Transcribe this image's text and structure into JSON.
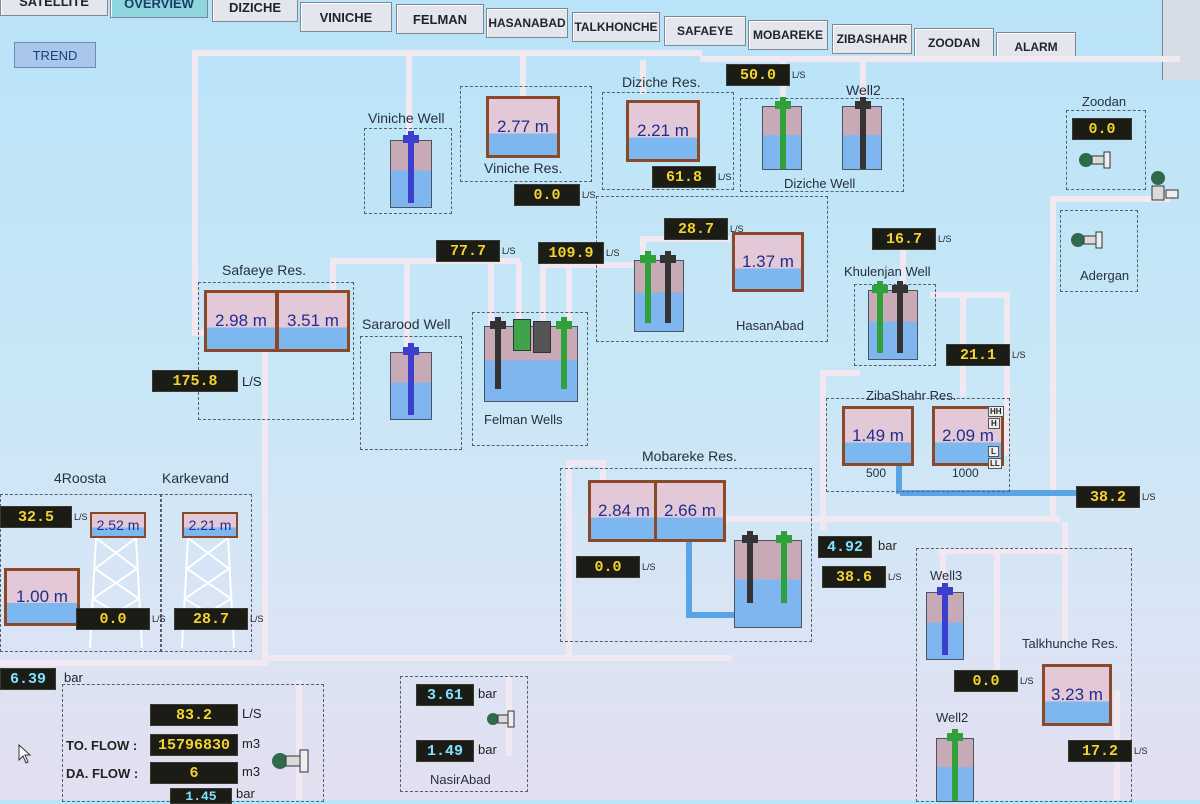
{
  "tabs": [
    {
      "label": "SATELLITE"
    },
    {
      "label": "OVERVIEW",
      "active": true
    },
    {
      "label": "DIZICHE"
    },
    {
      "label": "VINICHE"
    },
    {
      "label": "FELMAN"
    },
    {
      "label": "HASANABAD"
    },
    {
      "label": "TALKHONCHE"
    },
    {
      "label": "SAFAEYE"
    },
    {
      "label": "MOBAREKE"
    },
    {
      "label": "ZIBASHAHR"
    },
    {
      "label": "ZOODAN"
    },
    {
      "label": "ALARM"
    }
  ],
  "trend_label": "TREND",
  "units": {
    "ls": "L/S",
    "ls_big": "L/S",
    "bar": "bar",
    "m3": "m3"
  },
  "labels": {
    "viniche_well": "Viniche Well",
    "viniche_res": "Viniche Res.",
    "diziche_res": "Diziche Res.",
    "well2_top": "Well2",
    "diziche_well": "Diziche Well",
    "zoodan": "Zoodan",
    "adergan": "Adergan",
    "hasanabad": "HasanAbad",
    "khulenjan_well": "Khulenjan Well",
    "safaeye_res": "Safaeye Res.",
    "sararood_well": "Sararood Well",
    "felman_wells": "Felman Wells",
    "zibashahr_res": "ZibaShahr Res.",
    "zb_500": "500",
    "zb_1000": "1000",
    "mobareke_res": "Mobareke Res.",
    "roosta": "4Roosta",
    "karkevand": "Karkevand",
    "well3": "Well3",
    "talkhunche_res": "Talkhunche Res.",
    "well2_bottom": "Well2",
    "nasirabad": "NasirAbad",
    "to_flow": "TO. FLOW :",
    "da_flow": "DA. FLOW :"
  },
  "tanks": {
    "viniche": "2.77 m",
    "diziche": "2.21 m",
    "hasanabad": "1.37 m",
    "safaeye_a": "2.98 m",
    "safaeye_b": "3.51 m",
    "zibashahr_a": "1.49 m",
    "zibashahr_b": "2.09 m",
    "mobareke_a": "2.84 m",
    "mobareke_b": "2.66 m",
    "roosta": "1.00 m",
    "roosta_tower": "2.52 m",
    "karkevand_tower": "2.21 m",
    "talkhunche": "3.23 m"
  },
  "zb_indicators": [
    "HH",
    "H",
    "L",
    "LL"
  ],
  "values": {
    "diziche_flow": "50.0",
    "diziche_res": "61.8",
    "viniche_res": "0.0",
    "zoodan": "0.0",
    "hasanabad": "28.7",
    "khulenjan": "16.7",
    "felman_a": "77.7",
    "felman_b": "109.9",
    "safaeye": "175.8",
    "zibashahr_in": "21.1",
    "zibashahr_out": "38.2",
    "mobareke_pressure": "4.92",
    "mobareke_flow_a": "38.6",
    "mobareke_flow_b": "0.0",
    "roosta_flow": "32.5",
    "roosta_tower": "0.0",
    "karkevand": "28.7",
    "main_pressure": "6.39",
    "flow_rate": "83.2",
    "to_flow": "15796830",
    "da_flow": "6",
    "nasir_p1": "3.61",
    "nasir_p2": "1.49",
    "well3": "0.0",
    "talkhunche": "17.2",
    "bottom_pressure": "1.45"
  },
  "colors": {
    "pipe": "#f2e8f2",
    "blue_pipe": "#5aa4e6",
    "tank_frame": "#8a4a2a",
    "value_text": "#f3d32c",
    "value_bg": "#1c1c16"
  }
}
